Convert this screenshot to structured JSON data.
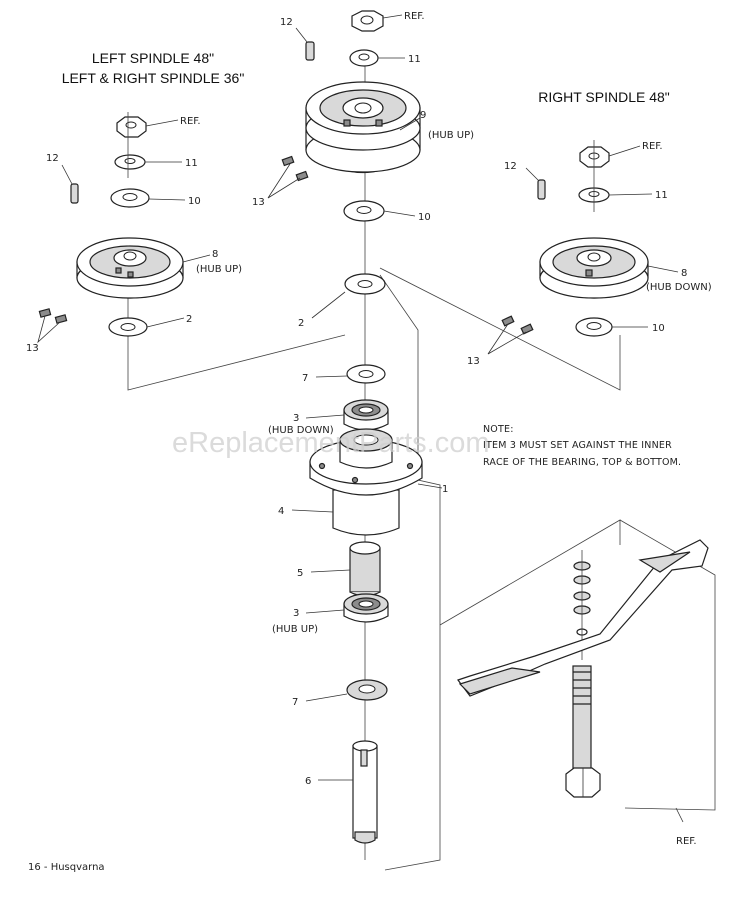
{
  "titles": {
    "left_line1": "LEFT SPINDLE 48\"",
    "left_line2": "LEFT & RIGHT SPINDLE 36\"",
    "right": "RIGHT SPINDLE 48\""
  },
  "callouts": {
    "ref": "REF.",
    "n1": "1",
    "n2": "2",
    "n3": "3",
    "n4": "4",
    "n5": "5",
    "n6": "6",
    "n7": "7",
    "n8": "8",
    "n9": "9",
    "n10": "10",
    "n11": "11",
    "n12": "12",
    "n13": "13",
    "hub_up": "(HUB UP)",
    "hub_down": "(HUB DOWN)"
  },
  "note": {
    "heading": "NOTE:",
    "line1": "ITEM 3 MUST SET AGAINST THE INNER",
    "line2": "RACE OF THE BEARING, TOP & BOTTOM."
  },
  "footer": "16 - Husqvarna",
  "watermark": "eReplacementParts.com"
}
